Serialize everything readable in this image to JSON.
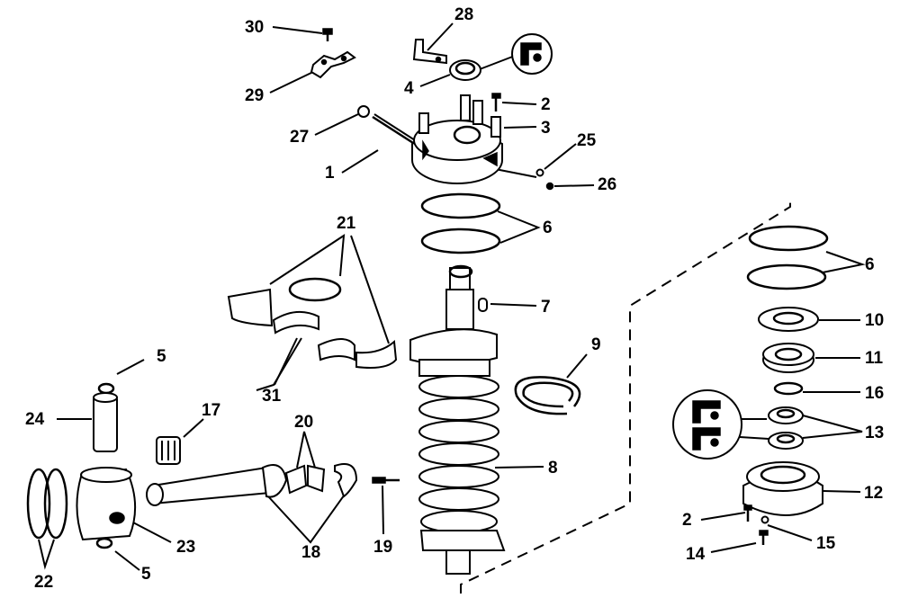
{
  "diagram": {
    "callouts": [
      {
        "id": "c30",
        "text": "30"
      },
      {
        "id": "c28",
        "text": "28"
      },
      {
        "id": "c29",
        "text": "29"
      },
      {
        "id": "c4",
        "text": "4"
      },
      {
        "id": "c2a",
        "text": "2"
      },
      {
        "id": "c3",
        "text": "3"
      },
      {
        "id": "c27",
        "text": "27"
      },
      {
        "id": "c25",
        "text": "25"
      },
      {
        "id": "c1",
        "text": "1"
      },
      {
        "id": "c26",
        "text": "26"
      },
      {
        "id": "c6a",
        "text": "6"
      },
      {
        "id": "c21",
        "text": "21"
      },
      {
        "id": "c6b",
        "text": "6"
      },
      {
        "id": "c7",
        "text": "7"
      },
      {
        "id": "c10",
        "text": "10"
      },
      {
        "id": "c9",
        "text": "9"
      },
      {
        "id": "c11",
        "text": "11"
      },
      {
        "id": "c5a",
        "text": "5"
      },
      {
        "id": "c31",
        "text": "31"
      },
      {
        "id": "c16",
        "text": "16"
      },
      {
        "id": "c24",
        "text": "24"
      },
      {
        "id": "c17",
        "text": "17"
      },
      {
        "id": "c13",
        "text": "13"
      },
      {
        "id": "c20",
        "text": "20"
      },
      {
        "id": "c8",
        "text": "8"
      },
      {
        "id": "c12",
        "text": "12"
      },
      {
        "id": "c2b",
        "text": "2"
      },
      {
        "id": "c23",
        "text": "23"
      },
      {
        "id": "c18",
        "text": "18"
      },
      {
        "id": "c19",
        "text": "19"
      },
      {
        "id": "c15",
        "text": "15"
      },
      {
        "id": "c14",
        "text": "14"
      },
      {
        "id": "c5b",
        "text": "5"
      },
      {
        "id": "c22",
        "text": "22"
      }
    ]
  }
}
